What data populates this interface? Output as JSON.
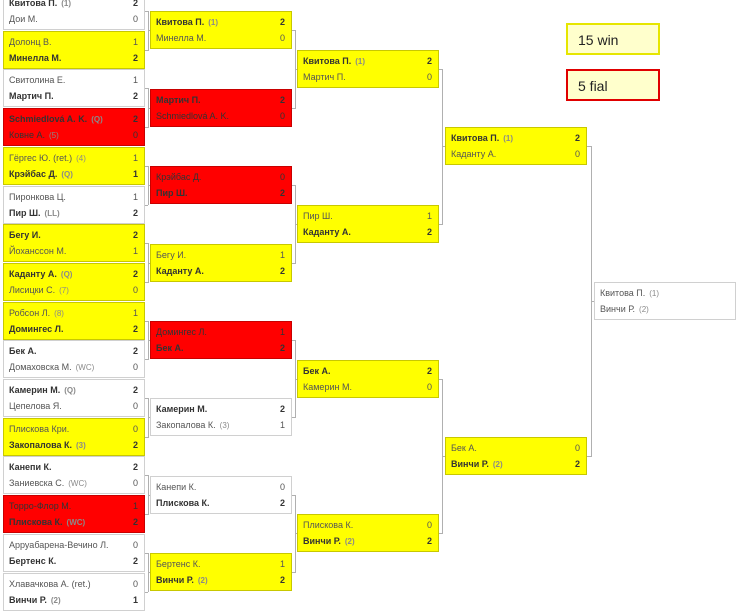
{
  "legend": {
    "win": "15 win",
    "fail": "5 fial"
  },
  "rounds": [
    [
      {
        "c": "",
        "p1": {
          "n": "Квитова П.",
          "s": "(1)",
          "sc": "2",
          "w": true
        },
        "p2": {
          "n": "Дои М.",
          "s": "",
          "sc": "0",
          "w": false
        }
      },
      {
        "c": "y",
        "p1": {
          "n": "Долонц В.",
          "s": "",
          "sc": "1",
          "w": false
        },
        "p2": {
          "n": "Минелла М.",
          "s": "",
          "sc": "2",
          "w": true
        }
      },
      {
        "c": "",
        "p1": {
          "n": "Свитолина Е.",
          "s": "",
          "sc": "1",
          "w": false
        },
        "p2": {
          "n": "Мартич П.",
          "s": "",
          "sc": "2",
          "w": true
        }
      },
      {
        "c": "r",
        "p1": {
          "n": "Schmiedlová A. K.",
          "s": "(Q)",
          "sc": "2",
          "w": true
        },
        "p2": {
          "n": "Ковне А.",
          "s": "(5)",
          "sc": "0",
          "w": false
        }
      },
      {
        "c": "y",
        "p1": {
          "n": "Гёргес Ю. (ret.)",
          "s": "(4)",
          "sc": "1",
          "w": false
        },
        "p2": {
          "n": "Крэйбас Д.",
          "s": "(Q)",
          "sc": "1",
          "w": true
        }
      },
      {
        "c": "",
        "p1": {
          "n": "Пиронкова Ц.",
          "s": "",
          "sc": "1",
          "w": false
        },
        "p2": {
          "n": "Пир Ш.",
          "s": "(LL)",
          "sc": "2",
          "w": true
        }
      },
      {
        "c": "y",
        "p1": {
          "n": "Бегу И.",
          "s": "",
          "sc": "2",
          "w": true
        },
        "p2": {
          "n": "Йоханссон М.",
          "s": "",
          "sc": "1",
          "w": false
        }
      },
      {
        "c": "y",
        "p1": {
          "n": "Каданту А.",
          "s": "(Q)",
          "sc": "2",
          "w": true
        },
        "p2": {
          "n": "Лисицки С.",
          "s": "(7)",
          "sc": "0",
          "w": false
        }
      },
      {
        "c": "y",
        "p1": {
          "n": "Робсон Л.",
          "s": "(8)",
          "sc": "1",
          "w": false
        },
        "p2": {
          "n": "Домингес Л.",
          "s": "",
          "sc": "2",
          "w": true
        }
      },
      {
        "c": "",
        "p1": {
          "n": "Бек А.",
          "s": "",
          "sc": "2",
          "w": true
        },
        "p2": {
          "n": "Домаховска М.",
          "s": "(WC)",
          "sc": "0",
          "w": false
        }
      },
      {
        "c": "",
        "p1": {
          "n": "Камерин М.",
          "s": "(Q)",
          "sc": "2",
          "w": true
        },
        "p2": {
          "n": "Цепелова Я.",
          "s": "",
          "sc": "0",
          "w": false
        }
      },
      {
        "c": "y",
        "p1": {
          "n": "Плискова Кри.",
          "s": "",
          "sc": "0",
          "w": false
        },
        "p2": {
          "n": "Закопалова К.",
          "s": "(3)",
          "sc": "2",
          "w": true
        }
      },
      {
        "c": "",
        "p1": {
          "n": "Канепи К.",
          "s": "",
          "sc": "2",
          "w": true
        },
        "p2": {
          "n": "Заниевска С.",
          "s": "(WC)",
          "sc": "0",
          "w": false
        }
      },
      {
        "c": "r",
        "p1": {
          "n": "Торро-Флор М.",
          "s": "",
          "sc": "1",
          "w": false
        },
        "p2": {
          "n": "Плискова К.",
          "s": "(WC)",
          "sc": "2",
          "w": true
        }
      },
      {
        "c": "",
        "p1": {
          "n": "Арруабарена-Вечино Л.",
          "s": "",
          "sc": "0",
          "w": false
        },
        "p2": {
          "n": "Бертенс К.",
          "s": "",
          "sc": "2",
          "w": true
        }
      },
      {
        "c": "",
        "p1": {
          "n": "Хлавачкова А. (ret.)",
          "s": "",
          "sc": "0",
          "w": false
        },
        "p2": {
          "n": "Винчи Р.",
          "s": "(2)",
          "sc": "1",
          "w": true
        }
      }
    ],
    [
      {
        "c": "y",
        "p1": {
          "n": "Квитова П.",
          "s": "(1)",
          "sc": "2",
          "w": true
        },
        "p2": {
          "n": "Минелла М.",
          "s": "",
          "sc": "0",
          "w": false
        }
      },
      {
        "c": "r",
        "p1": {
          "n": "Мартич П.",
          "s": "",
          "sc": "2",
          "w": true
        },
        "p2": {
          "n": "Schmiedlová A. K.",
          "s": "",
          "sc": "0",
          "w": false
        }
      },
      {
        "c": "r",
        "p1": {
          "n": "Крэйбас Д.",
          "s": "",
          "sc": "0",
          "w": false
        },
        "p2": {
          "n": "Пир Ш.",
          "s": "",
          "sc": "2",
          "w": true
        }
      },
      {
        "c": "y",
        "p1": {
          "n": "Бегу И.",
          "s": "",
          "sc": "1",
          "w": false
        },
        "p2": {
          "n": "Каданту А.",
          "s": "",
          "sc": "2",
          "w": true
        }
      },
      {
        "c": "r",
        "p1": {
          "n": "Домингес Л.",
          "s": "",
          "sc": "1",
          "w": false
        },
        "p2": {
          "n": "Бек А.",
          "s": "",
          "sc": "2",
          "w": true
        }
      },
      {
        "c": "",
        "p1": {
          "n": "Камерин М.",
          "s": "",
          "sc": "2",
          "w": true
        },
        "p2": {
          "n": "Закопалова К.",
          "s": "(3)",
          "sc": "1",
          "w": false
        }
      },
      {
        "c": "",
        "p1": {
          "n": "Канепи К.",
          "s": "",
          "sc": "0",
          "w": false
        },
        "p2": {
          "n": "Плискова К.",
          "s": "",
          "sc": "2",
          "w": true
        }
      },
      {
        "c": "y",
        "p1": {
          "n": "Бертенс К.",
          "s": "",
          "sc": "1",
          "w": false
        },
        "p2": {
          "n": "Винчи Р.",
          "s": "(2)",
          "sc": "2",
          "w": true
        }
      }
    ],
    [
      {
        "c": "y",
        "p1": {
          "n": "Квитова П.",
          "s": "(1)",
          "sc": "2",
          "w": true
        },
        "p2": {
          "n": "Мартич П.",
          "s": "",
          "sc": "0",
          "w": false
        }
      },
      {
        "c": "y",
        "p1": {
          "n": "Пир Ш.",
          "s": "",
          "sc": "1",
          "w": false
        },
        "p2": {
          "n": "Каданту А.",
          "s": "",
          "sc": "2",
          "w": true
        }
      },
      {
        "c": "y",
        "p1": {
          "n": "Бек А.",
          "s": "",
          "sc": "2",
          "w": true
        },
        "p2": {
          "n": "Камерин М.",
          "s": "",
          "sc": "0",
          "w": false
        }
      },
      {
        "c": "y",
        "p1": {
          "n": "Плискова К.",
          "s": "",
          "sc": "0",
          "w": false
        },
        "p2": {
          "n": "Винчи Р.",
          "s": "(2)",
          "sc": "2",
          "w": true
        }
      }
    ],
    [
      {
        "c": "y",
        "p1": {
          "n": "Квитова П.",
          "s": "(1)",
          "sc": "2",
          "w": true
        },
        "p2": {
          "n": "Каданту А.",
          "s": "",
          "sc": "0",
          "w": false
        }
      },
      {
        "c": "y",
        "p1": {
          "n": "Бек А.",
          "s": "",
          "sc": "0",
          "w": false
        },
        "p2": {
          "n": "Винчи Р.",
          "s": "(2)",
          "sc": "2",
          "w": true
        }
      }
    ],
    [
      {
        "c": "",
        "p1": {
          "n": "Квитова П.",
          "s": "(1)",
          "sc": "",
          "w": false
        },
        "p2": {
          "n": "Винчи Р.",
          "s": "(2)",
          "sc": "",
          "w": false
        }
      }
    ]
  ]
}
